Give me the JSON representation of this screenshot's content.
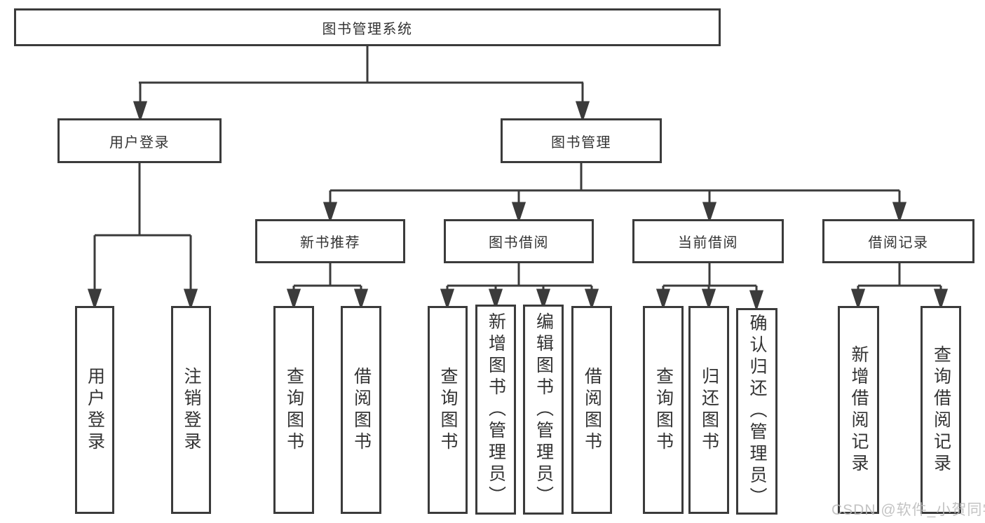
{
  "diagram": {
    "root": {
      "label": "图书管理系统"
    },
    "branches": [
      {
        "label": "用户登录",
        "children": [
          {
            "label": "用户登录"
          },
          {
            "label": "注销登录"
          }
        ]
      },
      {
        "label": "图书管理",
        "children": [
          {
            "label": "新书推荐",
            "children": [
              {
                "label": "查询图书"
              },
              {
                "label": "借阅图书"
              }
            ]
          },
          {
            "label": "图书借阅",
            "children": [
              {
                "label": "查询图书"
              },
              {
                "label": "新增图书（管理员）"
              },
              {
                "label": "编辑图书（管理员）"
              },
              {
                "label": "借阅图书"
              }
            ]
          },
          {
            "label": "当前借阅",
            "children": [
              {
                "label": "查询图书"
              },
              {
                "label": "归还图书"
              },
              {
                "label": "确认归还（管理员）"
              }
            ]
          },
          {
            "label": "借阅记录",
            "children": [
              {
                "label": "新增借阅记录"
              },
              {
                "label": "查询借阅记录"
              }
            ]
          }
        ]
      }
    ]
  },
  "watermark": {
    "text": "CSDN @软件_小贺同学"
  },
  "colors": {
    "line": "#3b3b3b",
    "text": "#333333",
    "background": "#ffffff",
    "watermark": "#b9b9b9"
  }
}
